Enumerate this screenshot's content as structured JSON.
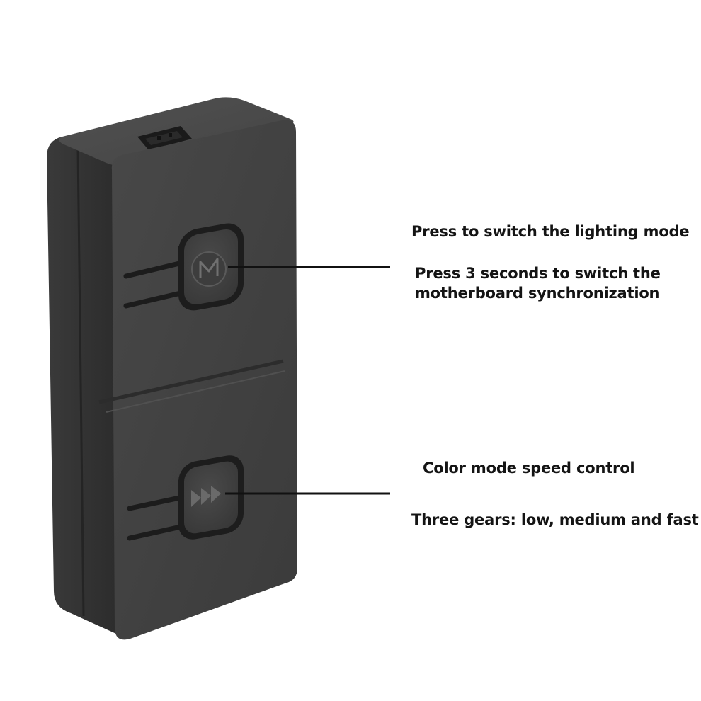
{
  "callouts": {
    "mode_button": {
      "title": "Press to switch the lighting mode",
      "desc_line1": "Press 3 seconds to switch the",
      "desc_line2": "motherboard synchronization"
    },
    "speed_button": {
      "title": "Color mode speed control",
      "desc": "Three gears: low, medium and fast"
    }
  },
  "device": {
    "mode_button_icon": "letter-m-icon",
    "speed_button_icon": "fast-forward-arrows-icon",
    "body_color": "#3c3c3c",
    "front_color": "#414141",
    "top_color": "#4b4b4b",
    "side_color": "#2d2d2d",
    "leader_line_color": "#111111"
  }
}
